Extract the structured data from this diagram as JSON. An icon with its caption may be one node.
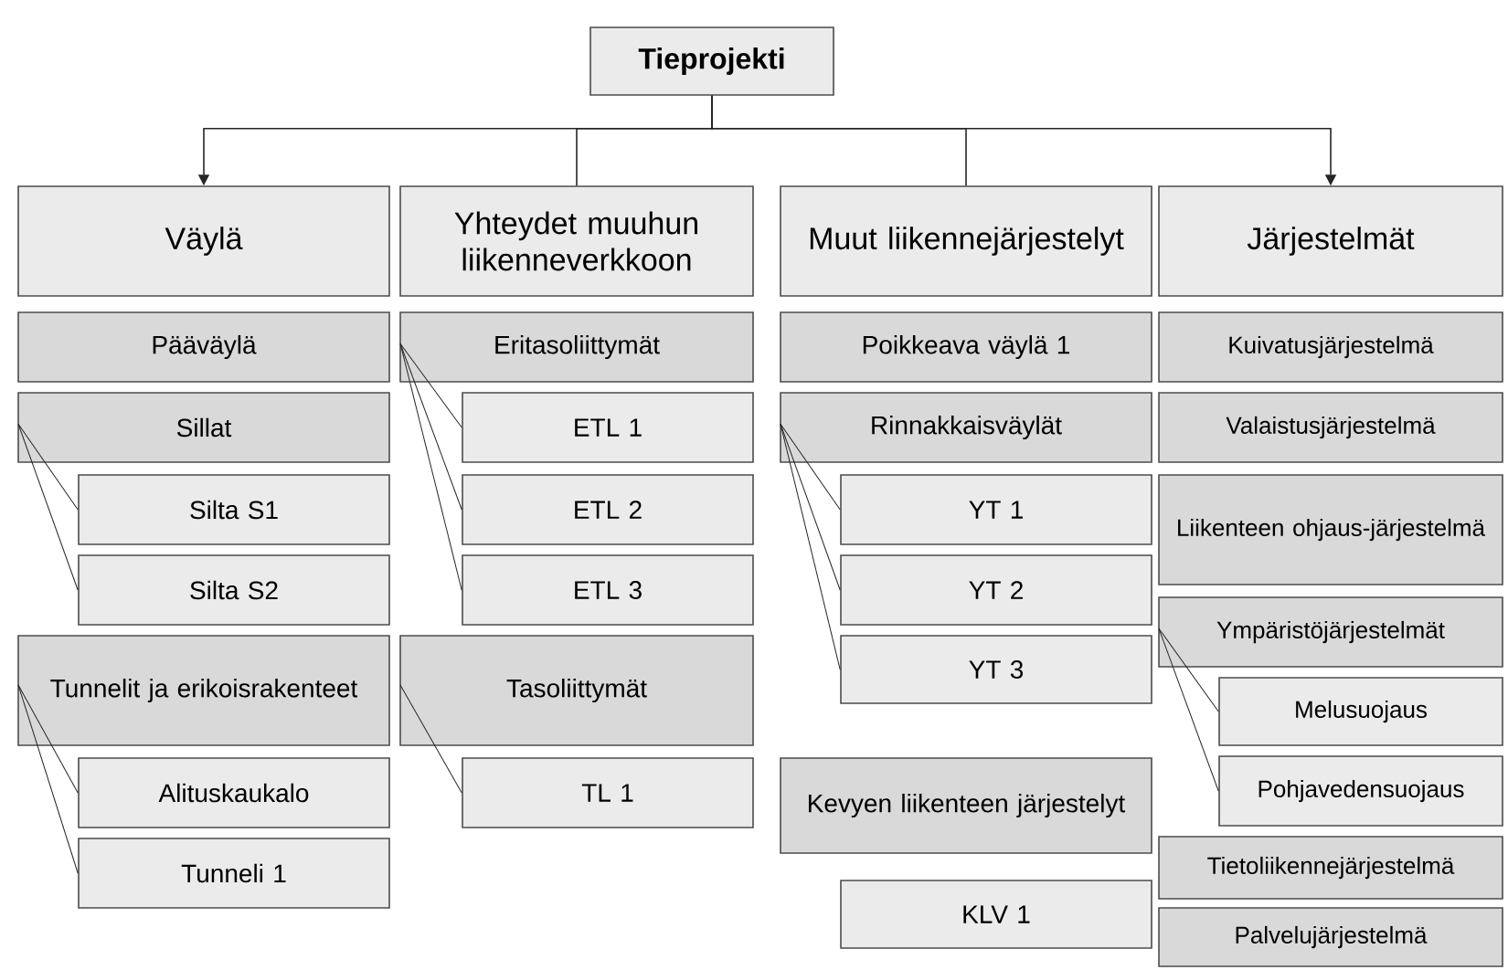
{
  "diagram": {
    "nodes": [
      {
        "text": [
          "Tieprojekti"
        ]
      },
      {
        "text": [
          "Väylä"
        ]
      },
      {
        "text": [
          "Yhteydet muuhun liikenneverkkoon"
        ]
      },
      {
        "text": [
          "Muut liikennejärjestelyt"
        ]
      },
      {
        "text": [
          "Järjestelmät"
        ]
      },
      {
        "text": [
          "Pääväylä"
        ]
      },
      {
        "text": [
          "Sillat"
        ]
      },
      {
        "text": [
          "Silta S1"
        ]
      },
      {
        "text": [
          "Silta S2"
        ]
      },
      {
        "text": [
          "Tunnelit ja erikoisrakenteet"
        ]
      },
      {
        "text": [
          "Alituskaukalo"
        ]
      },
      {
        "text": [
          "Tunneli 1"
        ]
      },
      {
        "text": [
          "Eritasoliittymät"
        ]
      },
      {
        "text": [
          "ETL 1"
        ]
      },
      {
        "text": [
          "ETL 2"
        ]
      },
      {
        "text": [
          "ETL 3"
        ]
      },
      {
        "text": [
          "Tasoliittymät"
        ]
      },
      {
        "text": [
          "TL 1"
        ]
      },
      {
        "text": [
          "Poikkeava väylä 1"
        ]
      },
      {
        "text": [
          "Rinnakkaisväylät"
        ]
      },
      {
        "text": [
          "YT 1"
        ]
      },
      {
        "text": [
          "YT 2"
        ]
      },
      {
        "text": [
          "YT 3"
        ]
      },
      {
        "text": [
          "Kevyen liikenteen järjestelyt"
        ]
      },
      {
        "text": [
          "KLV 1"
        ]
      },
      {
        "text": [
          "Kuivatusjärjestelmä"
        ]
      },
      {
        "text": [
          "Valaistusjärjestelmä"
        ]
      },
      {
        "text": [
          "Liikenteen ohjaus-järjestelmä"
        ]
      },
      {
        "text": [
          "Ympäristöjärjestelmät"
        ]
      },
      {
        "text": [
          "Melusuojaus"
        ]
      },
      {
        "text": [
          "Pohjavedensuojaus"
        ]
      },
      {
        "text": [
          "Tietoliikennejärjestelmä"
        ]
      },
      {
        "text": [
          "Palvelujärjestelmä"
        ]
      }
    ],
    "edges": [
      {
        "from": 0,
        "to": 1,
        "arrow": "to"
      },
      {
        "from": 0,
        "to": 2,
        "arrow": "none"
      },
      {
        "from": 0,
        "to": 3,
        "arrow": "none"
      },
      {
        "from": 0,
        "to": 4,
        "arrow": "to"
      },
      {
        "from": 6,
        "to": 7,
        "arrow": "none"
      },
      {
        "from": 6,
        "to": 8,
        "arrow": "none"
      },
      {
        "from": 9,
        "to": 10,
        "arrow": "none"
      },
      {
        "from": 9,
        "to": 11,
        "arrow": "none"
      },
      {
        "from": 12,
        "to": 13,
        "arrow": "none"
      },
      {
        "from": 12,
        "to": 14,
        "arrow": "none"
      },
      {
        "from": 12,
        "to": 15,
        "arrow": "none"
      },
      {
        "from": 16,
        "to": 17,
        "arrow": "none"
      },
      {
        "from": 19,
        "to": 20,
        "arrow": "none"
      },
      {
        "from": 19,
        "to": 21,
        "arrow": "none"
      },
      {
        "from": 19,
        "to": 22,
        "arrow": "none"
      },
      {
        "from": 28,
        "to": 29,
        "arrow": "none"
      },
      {
        "from": 28,
        "to": 30,
        "arrow": "none"
      }
    ]
  }
}
